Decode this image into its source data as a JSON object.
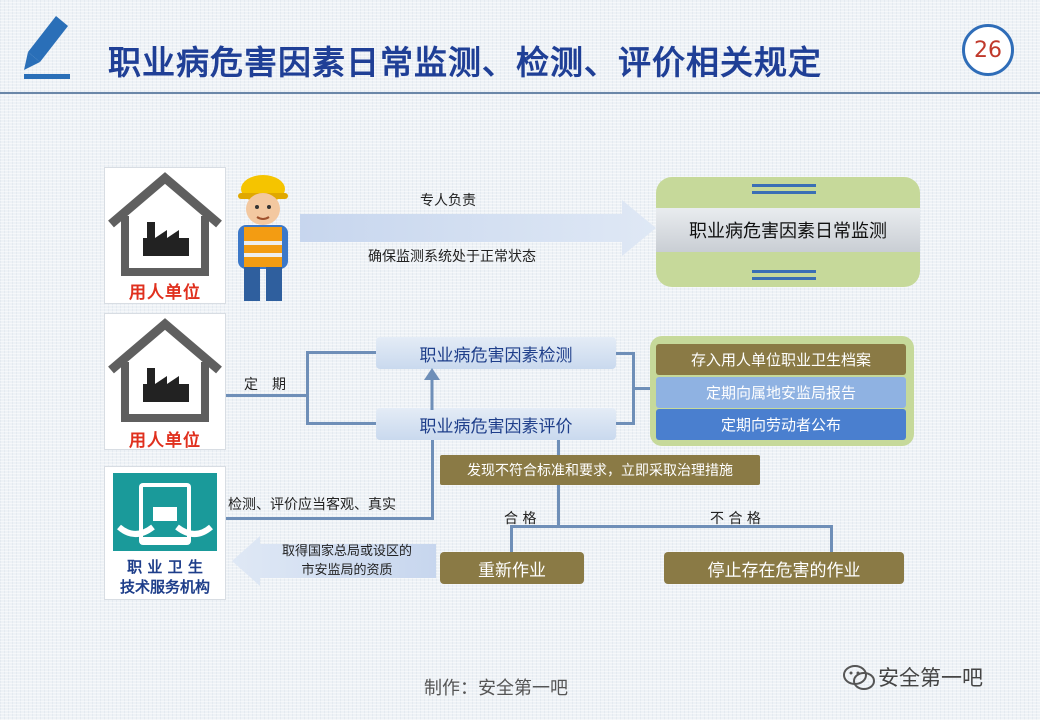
{
  "header": {
    "title": "职业病危害因素日常监测、检测、评价相关规定",
    "page_number": "26"
  },
  "left": {
    "employer_label_1": "用人单位",
    "employer_label_2": "用人单位",
    "service_label_line1": "职 业 卫 生",
    "service_label_line2": "技术服务机构"
  },
  "top_flow": {
    "label_top": "专人负责",
    "label_bottom": "确保监测系统处于正常状态",
    "target": "职业病危害因素日常监测"
  },
  "middle_flow": {
    "period_label": "定　期",
    "detect": "职业病危害因素检测",
    "evaluate": "职业病危害因素评价",
    "actions": [
      "存入用人单位职业卫生档案",
      "定期向属地安监局报告",
      "定期向劳动者公布"
    ],
    "objective_label": "检测、评价应当客观、真实",
    "qualification_line1": "取得国家总局或设区的",
    "qualification_line2": "市安监局的资质"
  },
  "bottom_flow": {
    "noncompliance": "发现不符合标准和要求，立即采取治理措施",
    "pass_label": "合 格",
    "fail_label": "不 合 格",
    "rework": "重新作业",
    "stop": "停止存在危害的作业"
  },
  "footer": {
    "credit": "制作：安全第一吧",
    "watermark": "安全第一吧"
  },
  "colors": {
    "title": "#1f3f96",
    "olive": "#8a7a45",
    "green_panel": "#c6d99a",
    "blue_action": "#4a7fcf",
    "red_label": "#e0301e"
  }
}
